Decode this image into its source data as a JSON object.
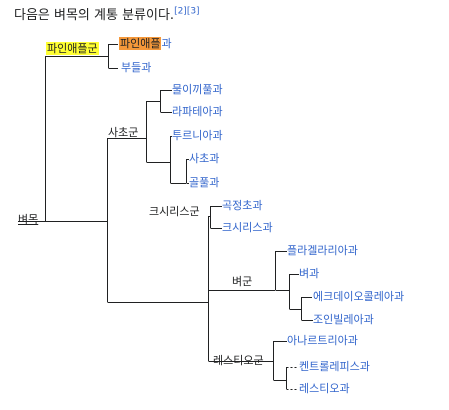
{
  "intro": {
    "text": "다음은 벼목의 계통 분류이다.",
    "refs": [
      "[2]",
      "[3]"
    ]
  },
  "tree": {
    "root": "벼목",
    "pineapple_clade": "파인애플군",
    "pineapple_family_highlight": "파인애플",
    "pineapple_family_suffix": "과",
    "typha": "부들과",
    "sachogun": "사초군",
    "rapateaceae_group": [
      "물이끼풀과",
      "라파테아과"
    ],
    "thurniaceae": "투르니아과",
    "cyperaceae": "사초과",
    "juncaceae": "골풀과",
    "xyrid_clade": "크시리스군",
    "eriocaulaceae": "곡정초과",
    "xyridaceae": "크시리스과",
    "graminid_clade": "벼군",
    "flagellariaceae": "플라겔라리아과",
    "poaceae": "벼과",
    "ecdeiocoleaceae": "에크데이오콜레아과",
    "joinvilleaceae": "조인빌레아과",
    "restiid_clade": "레스티오군",
    "anarthriaceae": "아나르트리아과",
    "centrolepidaceae": "켄트롤레피스과",
    "restionaceae": "레스티오과"
  }
}
